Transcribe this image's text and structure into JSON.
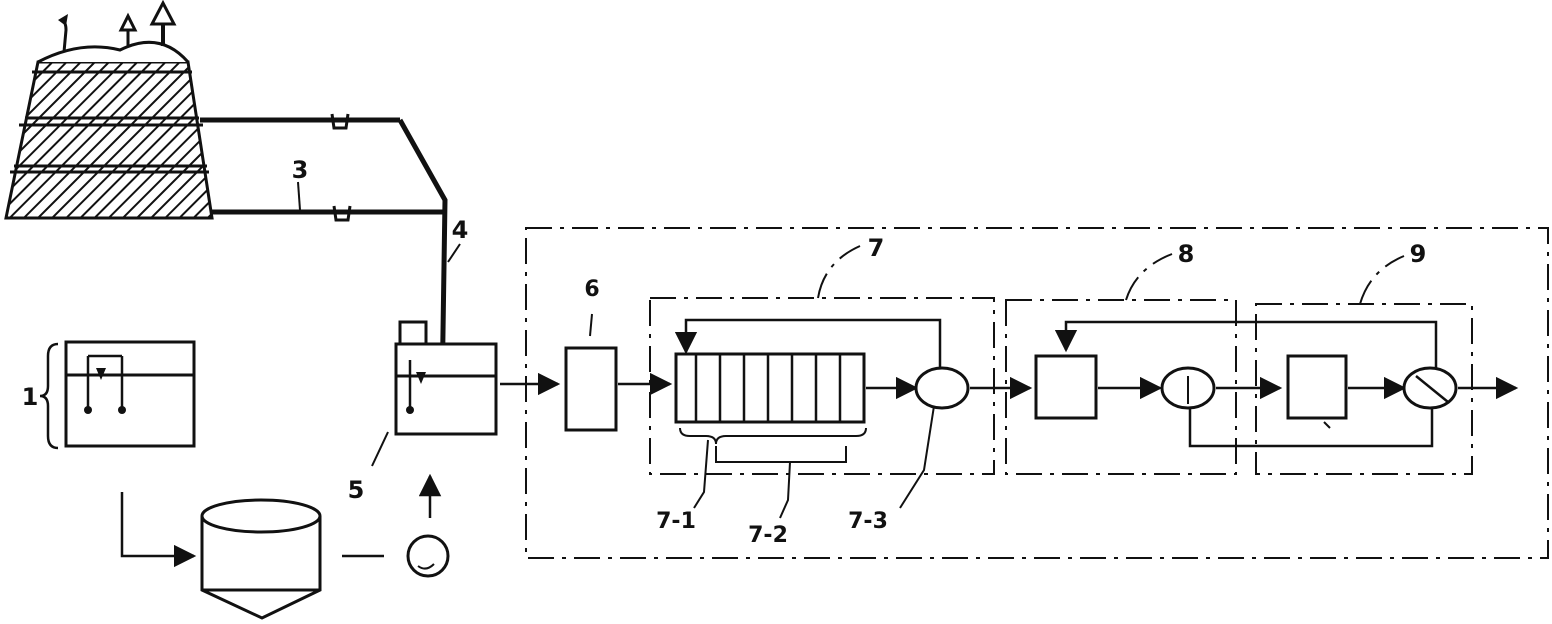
{
  "labels": {
    "l1": "1",
    "l3": "3",
    "l4": "4",
    "l5": "5",
    "l6": "6",
    "l7": "7",
    "l8": "8",
    "l9": "9",
    "l7_1": "7-1",
    "l7_2": "7-2",
    "l7_3": "7-3"
  }
}
